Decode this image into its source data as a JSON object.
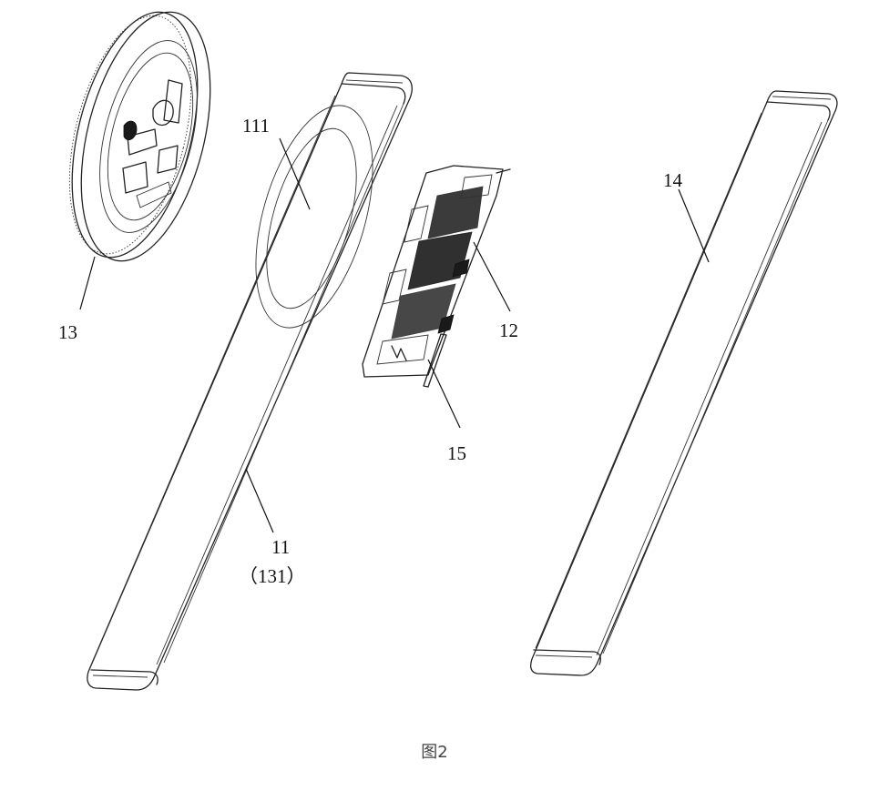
{
  "labels": {
    "disc": "13",
    "coil_area": "111",
    "board": "12",
    "connector": "15",
    "left_strap": "11",
    "left_strap_alt": "（131）",
    "right_strap": "14"
  },
  "caption": "图2"
}
